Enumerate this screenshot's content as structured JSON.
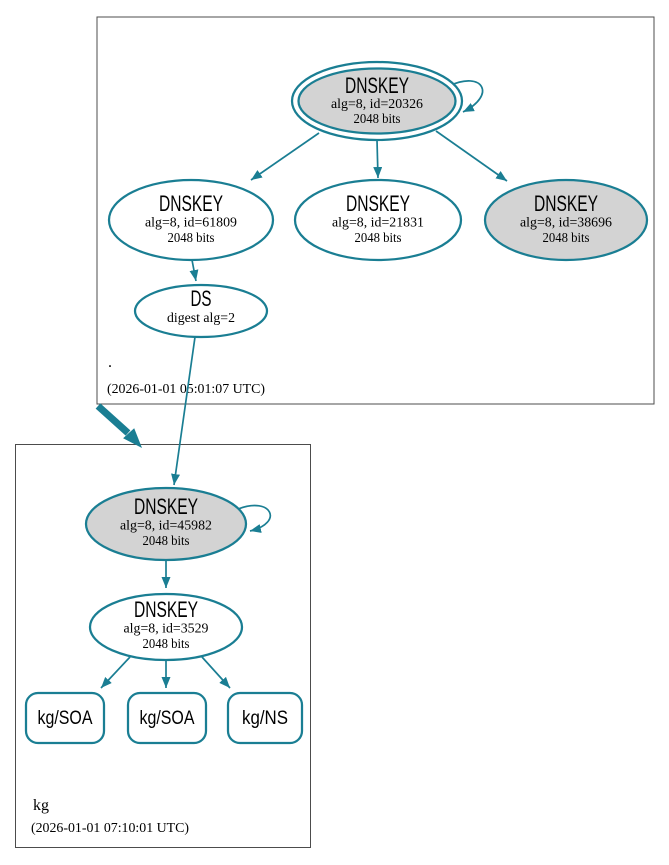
{
  "colors": {
    "edge_teal": "#1a7e93",
    "node_gray_fill": "#d3d3d3",
    "node_white_fill": "#ffffff",
    "zone_border_gray": "#4c4c4c",
    "text_black": "#000000"
  },
  "zones": [
    {
      "name": ".",
      "timestamp": "(2026-01-01 05:01:07 UTC)"
    },
    {
      "name": "kg",
      "timestamp": "(2026-01-01 07:10:01 UTC)"
    }
  ],
  "nodes": {
    "root_ksk": {
      "type": "DNSKEY",
      "detail": "alg=8, id=20326",
      "size": "2048 bits"
    },
    "root_key_61809": {
      "type": "DNSKEY",
      "detail": "alg=8, id=61809",
      "size": "2048 bits"
    },
    "root_key_21831": {
      "type": "DNSKEY",
      "detail": "alg=8, id=21831",
      "size": "2048 bits"
    },
    "root_key_38696": {
      "type": "DNSKEY",
      "detail": "alg=8, id=38696",
      "size": "2048 bits"
    },
    "root_ds": {
      "type": "DS",
      "detail": "digest alg=2"
    },
    "kg_ksk": {
      "type": "DNSKEY",
      "detail": "alg=8, id=45982",
      "size": "2048 bits"
    },
    "kg_zsk": {
      "type": "DNSKEY",
      "detail": "alg=8, id=3529",
      "size": "2048 bits"
    },
    "kg_soa_1": {
      "label": "kg/SOA"
    },
    "kg_soa_2": {
      "label": "kg/SOA"
    },
    "kg_ns": {
      "label": "kg/NS"
    }
  },
  "edges": [
    {
      "from": "root_ksk",
      "to": "root_ksk",
      "kind": "self-signature"
    },
    {
      "from": "root_ksk",
      "to": "root_key_61809",
      "kind": "signature"
    },
    {
      "from": "root_ksk",
      "to": "root_key_21831",
      "kind": "signature"
    },
    {
      "from": "root_ksk",
      "to": "root_key_38696",
      "kind": "signature"
    },
    {
      "from": "root_key_61809",
      "to": "root_ds",
      "kind": "signature"
    },
    {
      "from": "root_ds",
      "to": "kg_ksk",
      "kind": "delegation-ds"
    },
    {
      "from": "zone-root",
      "to": "zone-kg",
      "kind": "delegation-thick"
    },
    {
      "from": "kg_ksk",
      "to": "kg_ksk",
      "kind": "self-signature"
    },
    {
      "from": "kg_ksk",
      "to": "kg_zsk",
      "kind": "signature"
    },
    {
      "from": "kg_zsk",
      "to": "kg_soa_1",
      "kind": "signature"
    },
    {
      "from": "kg_zsk",
      "to": "kg_soa_2",
      "kind": "signature"
    },
    {
      "from": "kg_zsk",
      "to": "kg_ns",
      "kind": "signature"
    }
  ]
}
